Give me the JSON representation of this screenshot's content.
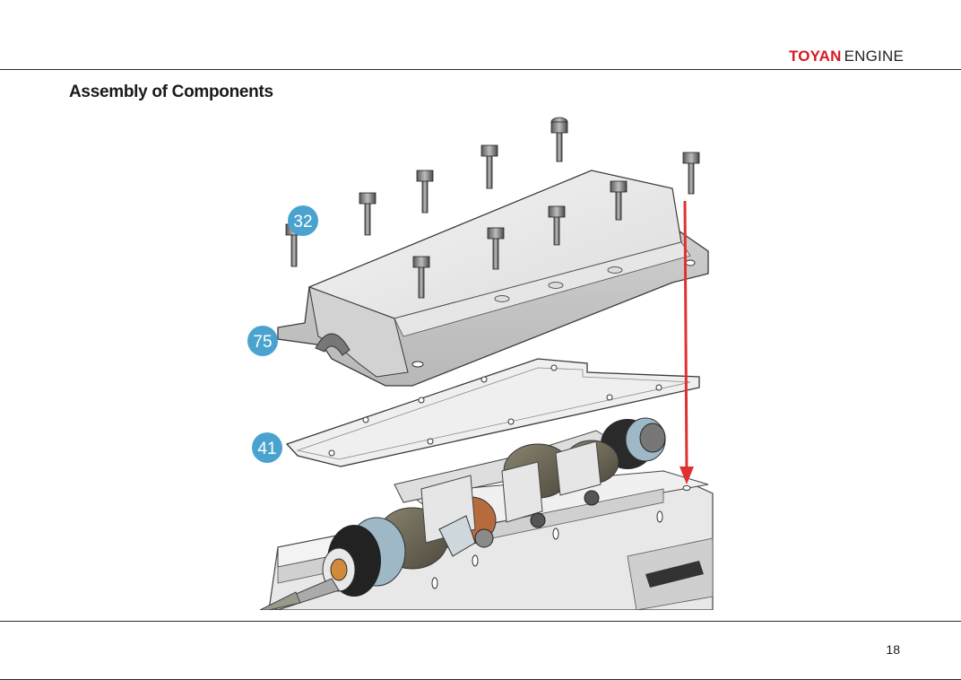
{
  "header": {
    "brand_bold": "TOYAN",
    "brand_light": "ENGINE"
  },
  "page": {
    "title": "Assembly of Components",
    "number": "18"
  },
  "figure": {
    "callouts": [
      "32",
      "75",
      "41"
    ],
    "colors": {
      "callout": "#4aa3cf",
      "arrow": "#e03030",
      "brand_red": "#d7191f"
    }
  }
}
